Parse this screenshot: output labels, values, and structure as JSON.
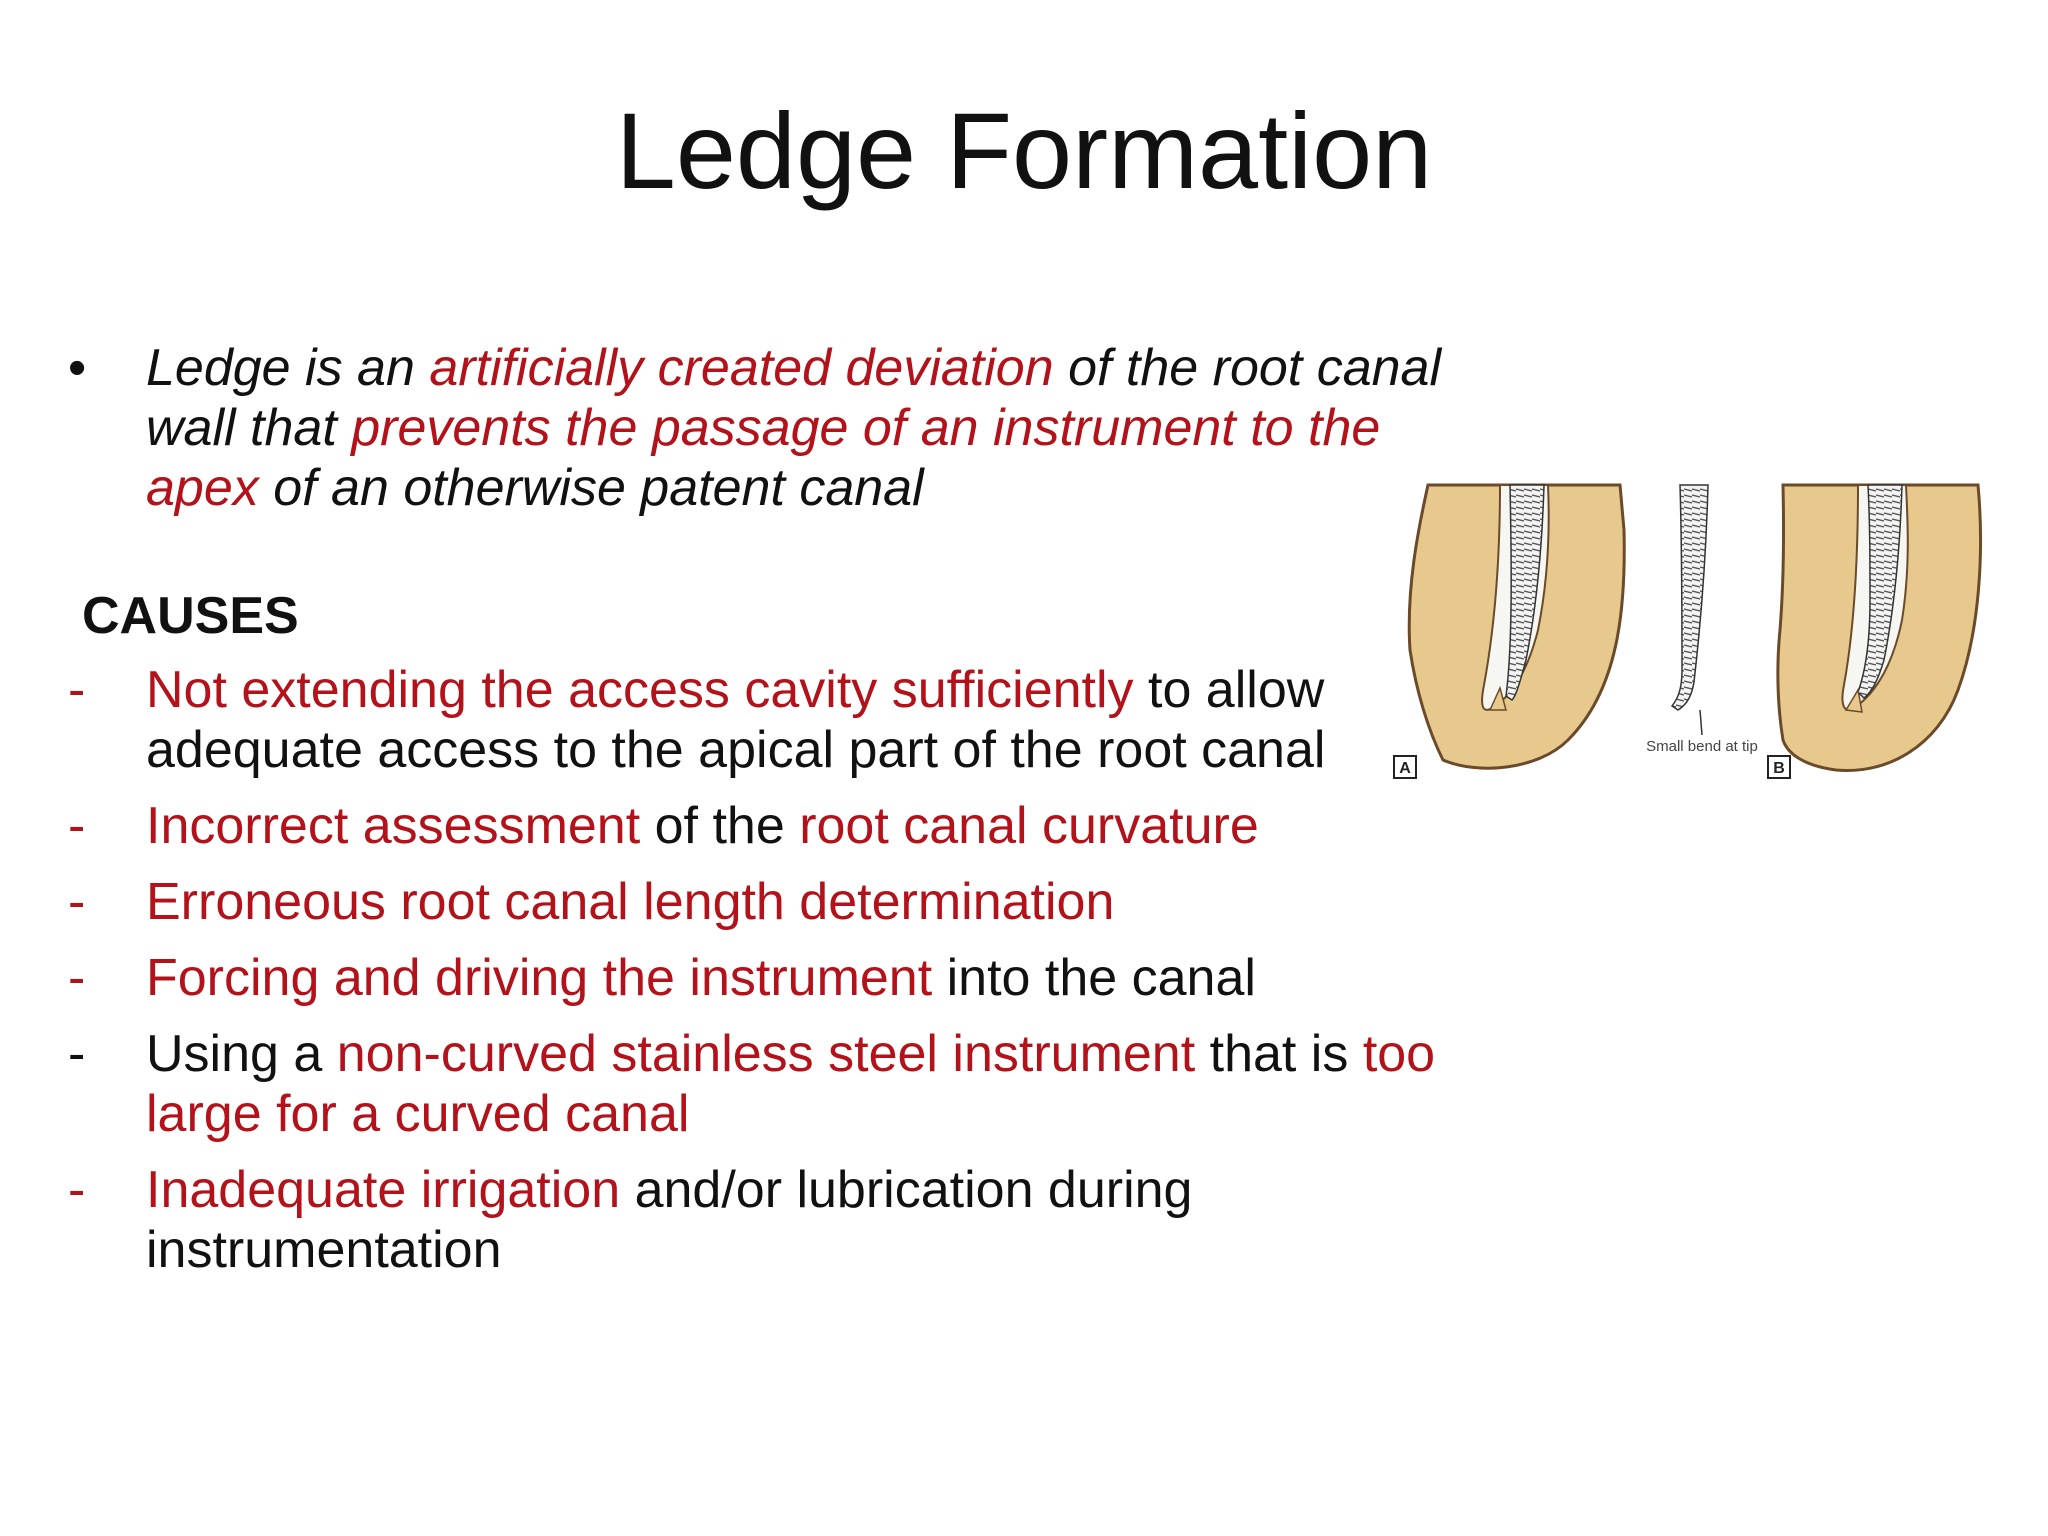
{
  "slide": {
    "title": "Ledge Formation",
    "definition": {
      "bullet": "•",
      "parts": [
        {
          "text": "Ledge is an ",
          "red": false
        },
        {
          "text": "artificially created deviation",
          "red": true
        },
        {
          "text": " of the root canal wall that ",
          "red": false
        },
        {
          "text": "prevents the passage of an instrument to the apex",
          "red": true
        },
        {
          "text": " of an otherwise patent canal",
          "red": false
        }
      ]
    },
    "causes_heading": "CAUSES",
    "causes": [
      {
        "marker": "-",
        "marker_red": true,
        "parts": [
          {
            "text": "Not extending the access cavity sufficiently",
            "red": true
          },
          {
            "text": " to allow adequate access to the apical part of the root canal",
            "red": false
          }
        ]
      },
      {
        "marker": "-",
        "marker_red": true,
        "parts": [
          {
            "text": "Incorrect assessment",
            "red": true
          },
          {
            "text": " of the ",
            "red": false
          },
          {
            "text": "root canal curvature",
            "red": true
          }
        ]
      },
      {
        "marker": "-",
        "marker_red": true,
        "parts": [
          {
            "text": "Erroneous root canal length determination",
            "red": true
          }
        ]
      },
      {
        "marker": "-",
        "marker_red": true,
        "parts": [
          {
            "text": "Forcing and driving the instrument",
            "red": true
          },
          {
            "text": " into the canal",
            "red": false
          }
        ]
      },
      {
        "marker": "-",
        "marker_red": false,
        "parts": [
          {
            "text": "Using a ",
            "red": false
          },
          {
            "text": "non-curved stainless steel instrument",
            "red": true
          },
          {
            "text": " that is ",
            "red": false
          },
          {
            "text": "too large for a curved canal",
            "red": true
          }
        ]
      },
      {
        "marker": "-",
        "marker_red": true,
        "parts": [
          {
            "text": "Inadequate irrigation",
            "red": true
          },
          {
            "text": " and/or lubrication during instrumentation",
            "red": false
          }
        ]
      }
    ]
  },
  "figure": {
    "label_a": "A",
    "label_b": "B",
    "caption": "Small bend at tip"
  },
  "colors": {
    "accent_red": "#b3121b",
    "text": "#111111",
    "tooth_fill": "#e7c98e",
    "tooth_outline": "#6b4a2a"
  }
}
